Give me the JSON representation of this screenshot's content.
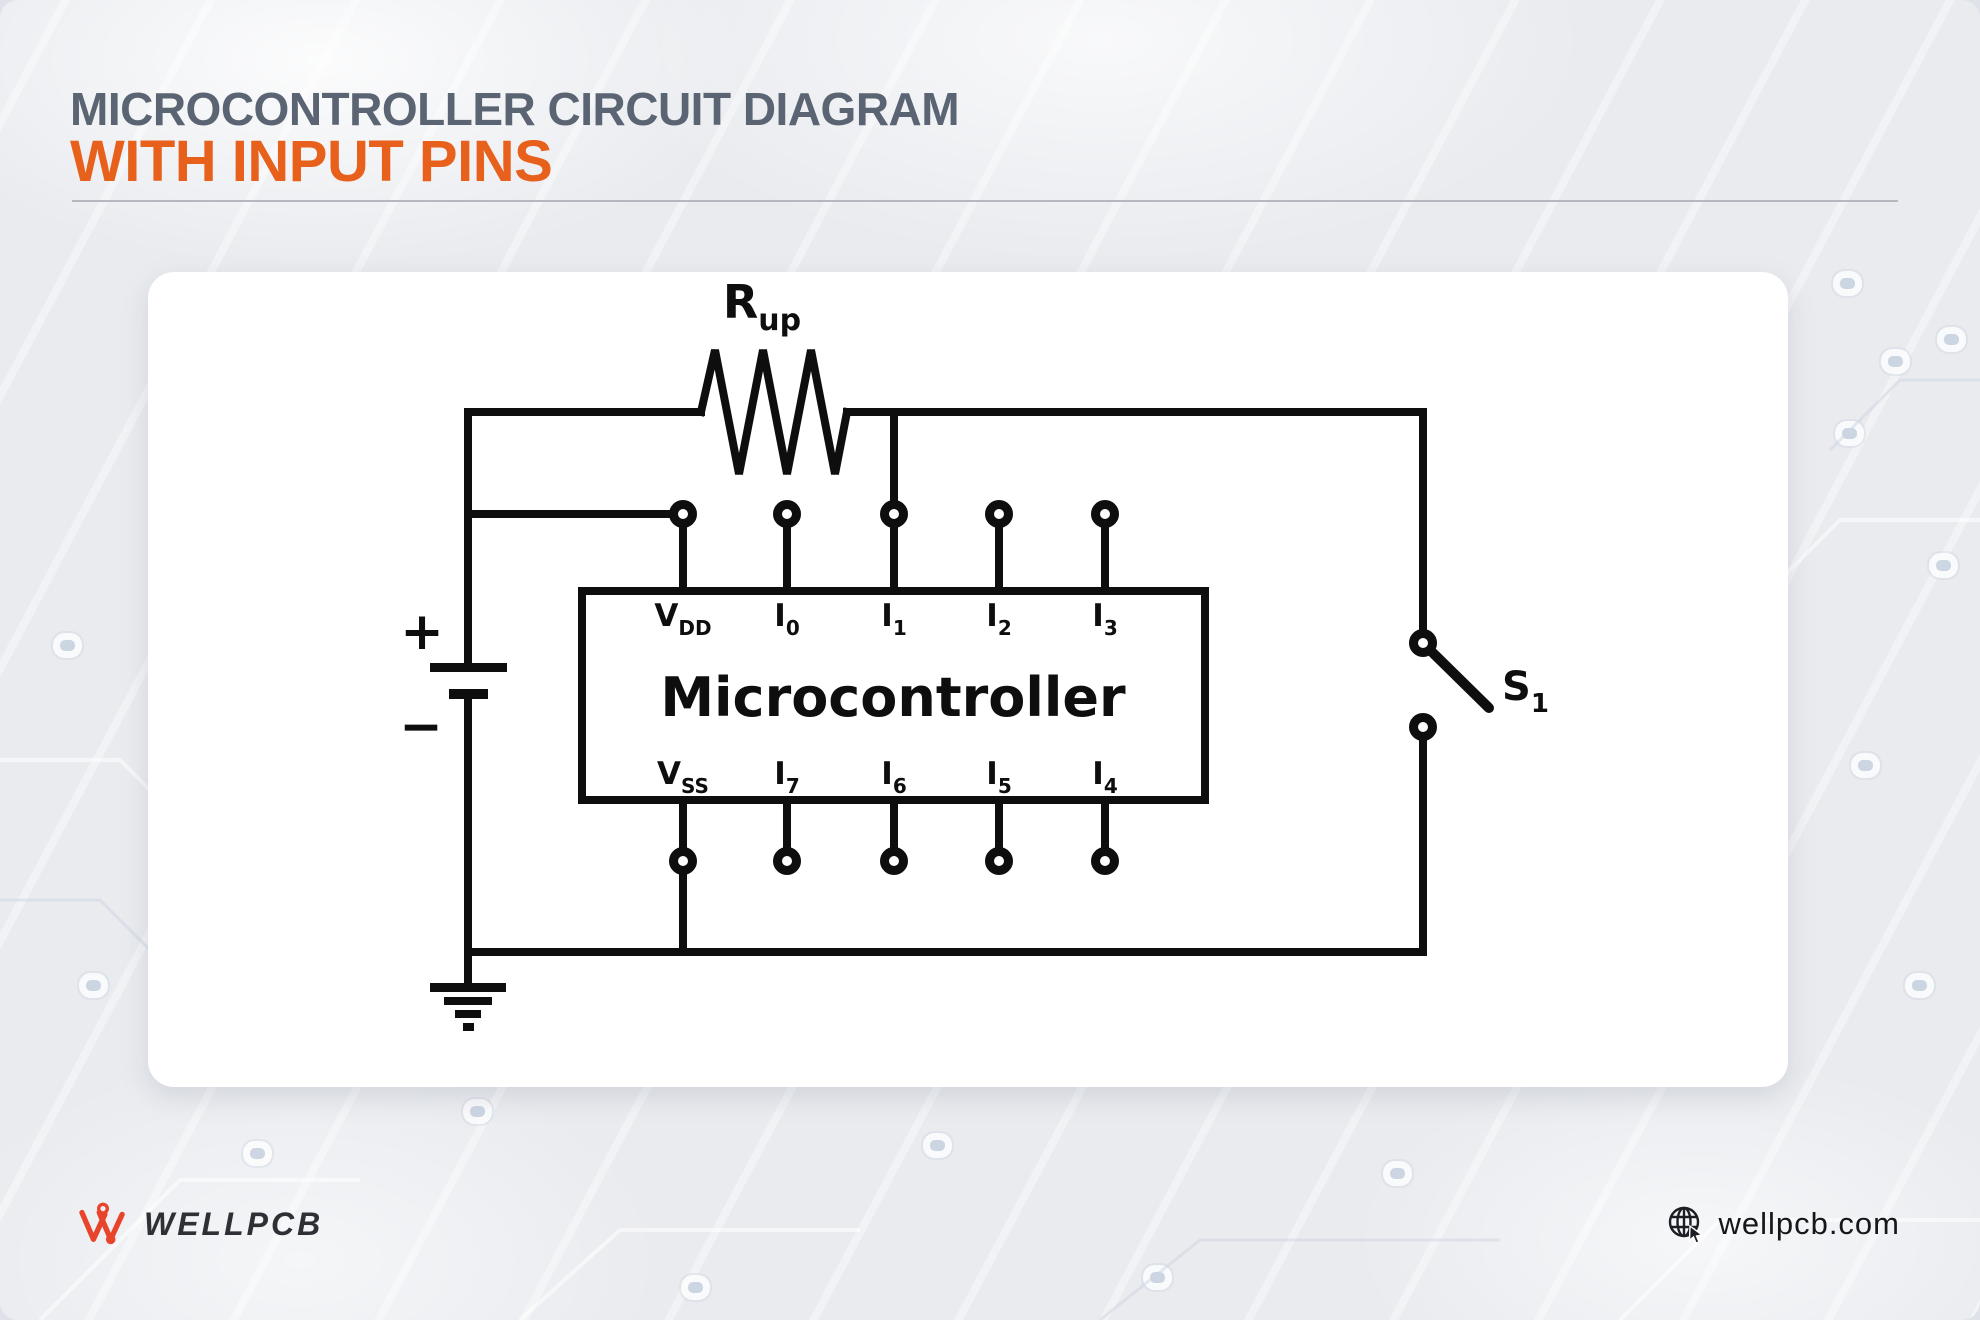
{
  "header": {
    "title_line1": "MICROCONTROLLER CIRCUIT DIAGRAM",
    "title_line2": "WITH INPUT PINS",
    "title_color": "#5B6472",
    "accent_color": "#E8611C"
  },
  "diagram": {
    "wire_color": "#0E0E0E",
    "resistor_label": {
      "main": "R",
      "sub": "up"
    },
    "switch_label": {
      "main": "S",
      "sub": "1"
    },
    "battery": {
      "plus": "+",
      "minus": "−"
    },
    "mcu": {
      "name": "Microcontroller",
      "top_pins": [
        {
          "main": "V",
          "sub": "DD"
        },
        {
          "main": "I",
          "sub": "0"
        },
        {
          "main": "I",
          "sub": "1"
        },
        {
          "main": "I",
          "sub": "2"
        },
        {
          "main": "I",
          "sub": "3"
        }
      ],
      "bottom_pins": [
        {
          "main": "V",
          "sub": "SS"
        },
        {
          "main": "I",
          "sub": "7"
        },
        {
          "main": "I",
          "sub": "6"
        },
        {
          "main": "I",
          "sub": "5"
        },
        {
          "main": "I",
          "sub": "4"
        }
      ]
    }
  },
  "footer": {
    "brand": "WELLPCB",
    "brand_mark_color": "#E8432B",
    "website": "wellpcb.com",
    "globe_icon": "globe-with-cursor"
  }
}
